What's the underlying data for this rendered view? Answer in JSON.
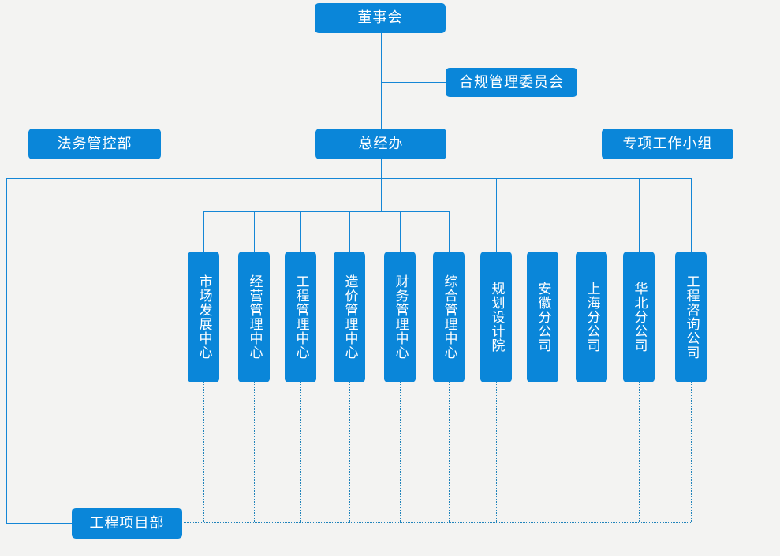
{
  "colors": {
    "background": "#f3f3f2",
    "box_bg": "#0a86d9",
    "box_text": "#ffffff",
    "line": "#1486d6",
    "dotted": "#1f83bb"
  },
  "org": {
    "board": "董事会",
    "compliance_committee": "合规管理委员会",
    "legal_control_dept": "法务管控部",
    "general_manager_office": "总经办",
    "special_task_group": "专项工作小组",
    "departments": [
      "市场发展中心",
      "经营管理中心",
      "工程管理中心",
      "造价管理中心",
      "财务管理中心",
      "综合管理中心",
      "规划设计院",
      "安徽分公司",
      "上海分公司",
      "华北分公司",
      "工程咨询公司"
    ],
    "project_dept": "工程项目部"
  }
}
